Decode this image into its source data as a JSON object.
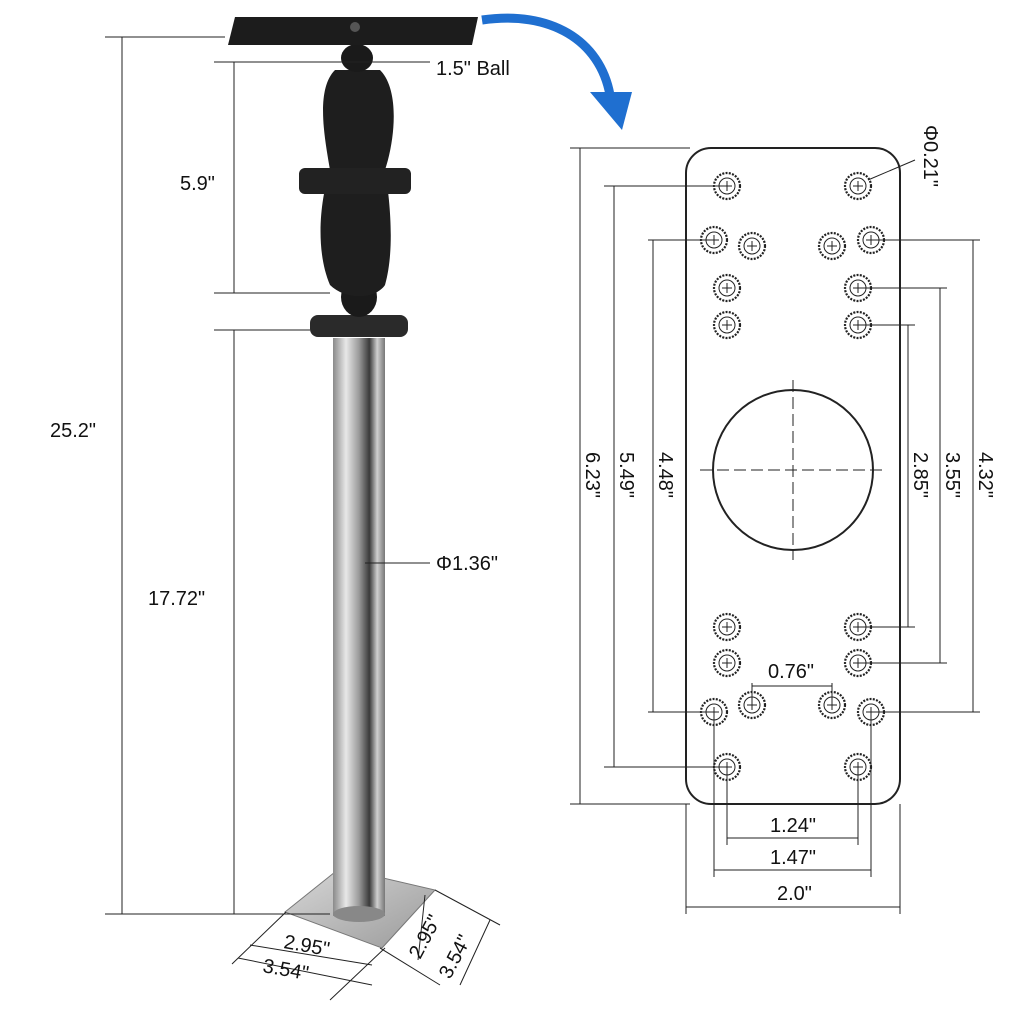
{
  "product": {
    "ball_label": "1.5\" Ball",
    "arm_length": "5.9\"",
    "total_height": "25.2\"",
    "tube_length": "17.72\"",
    "tube_diameter": "Φ1.36\"",
    "base_hole_spacing_a": "2.95\"",
    "base_width_a": "3.54\"",
    "base_hole_spacing_b": "2.95\"",
    "base_width_b": "3.54\""
  },
  "plate": {
    "hole_diameter": "Φ0.21\"",
    "length": "6.23\"",
    "outer_hole_spacing": "5.49\"",
    "inner_pair_spacing": "4.48\"",
    "spacing_2_85": "2.85\"",
    "spacing_3_55": "3.55\"",
    "spacing_4_32": "4.32\"",
    "inner_gap": "0.76\"",
    "hole_col_spacing": "1.24\"",
    "outer_col_spacing": "1.47\"",
    "width": "2.0\""
  },
  "colors": {
    "arrow": "#1f6fd0",
    "mount": "#1a1a1a",
    "steel": "#b8b8b8"
  }
}
